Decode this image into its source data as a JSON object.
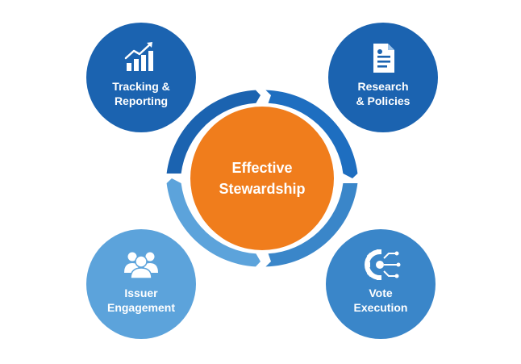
{
  "center": {
    "line1": "Effective",
    "line2": "Stewardship",
    "color": "#F07D1C"
  },
  "nodes": {
    "tracking": {
      "line1": "Tracking &",
      "line2": "Reporting",
      "icon": "bar-chart-growth-icon",
      "color": "#1B63B0"
    },
    "research": {
      "line1": "Research",
      "line2": "& Policies",
      "icon": "document-icon",
      "color": "#1B63B0"
    },
    "engagement": {
      "line1": "Issuer",
      "line2": "Engagement",
      "icon": "people-group-icon",
      "color": "#5CA3DB"
    },
    "vote": {
      "line1": "Vote",
      "line2": "Execution",
      "icon": "gear-circuit-icon",
      "color": "#3A86C9"
    }
  },
  "ring_colors": {
    "top_left": "#1B63B0",
    "top_right": "#1E6EC0",
    "bottom_left": "#5CA3DB",
    "bottom_right": "#3A86C9"
  }
}
